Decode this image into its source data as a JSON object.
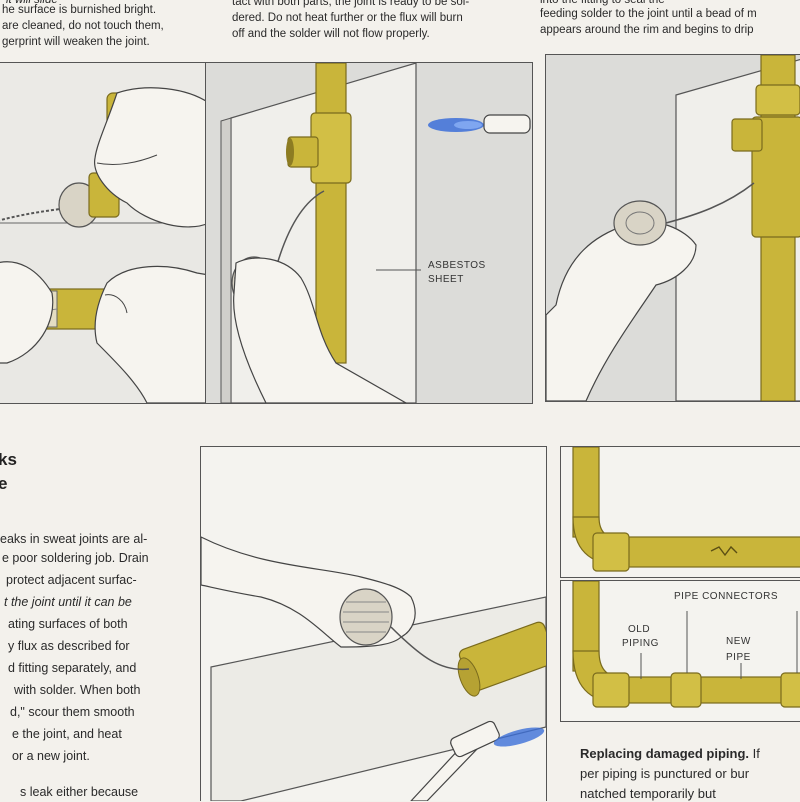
{
  "top_left_text": [
    "it will slide",
    "he surface is burnished bright.",
    "are cleaned, do not touch them,",
    "gerprint will weaken the joint."
  ],
  "top_mid_text": [
    "tact with both parts, the joint is ready to be sol-",
    "dered. Do not heat further or the flux will burn",
    "off and the solder will not flow properly."
  ],
  "top_right_text": [
    "into the fitting to seal the",
    "feeding solder to the joint until a bead of m",
    "appears around the rim and begins to drip"
  ],
  "labels": {
    "asbestos": [
      "ASBESTOS",
      "SHEET"
    ],
    "pipe_connectors": "PIPE CONNECTORS",
    "old_piping": [
      "OLD",
      "PIPING"
    ],
    "new_pipe": [
      "NEW",
      "PIPE"
    ]
  },
  "section": {
    "heading": [
      "ks",
      "e"
    ],
    "body": [
      "eaks in sweat joints are al-",
      "e poor soldering job. Drain",
      "protect adjacent surfac-",
      "t the joint until it can be",
      "ating surfaces of both",
      "y flux as described for",
      "d fitting separately, and",
      "with solder. When both",
      "d,\" scour them smooth",
      "e the joint, and heat",
      "or a new joint."
    ],
    "body_tail": "s leak either because"
  },
  "bottom_right": {
    "title": "Replacing damaged piping.",
    "title_tail": " If",
    "line2": "per piping is punctured or bur",
    "line3": "natched temporarily but"
  },
  "colors": {
    "pipe": "#c9b53a",
    "pipe_shadow": "#9c8a26",
    "flame": "#3c6fd8",
    "panel_border": "#555555"
  }
}
